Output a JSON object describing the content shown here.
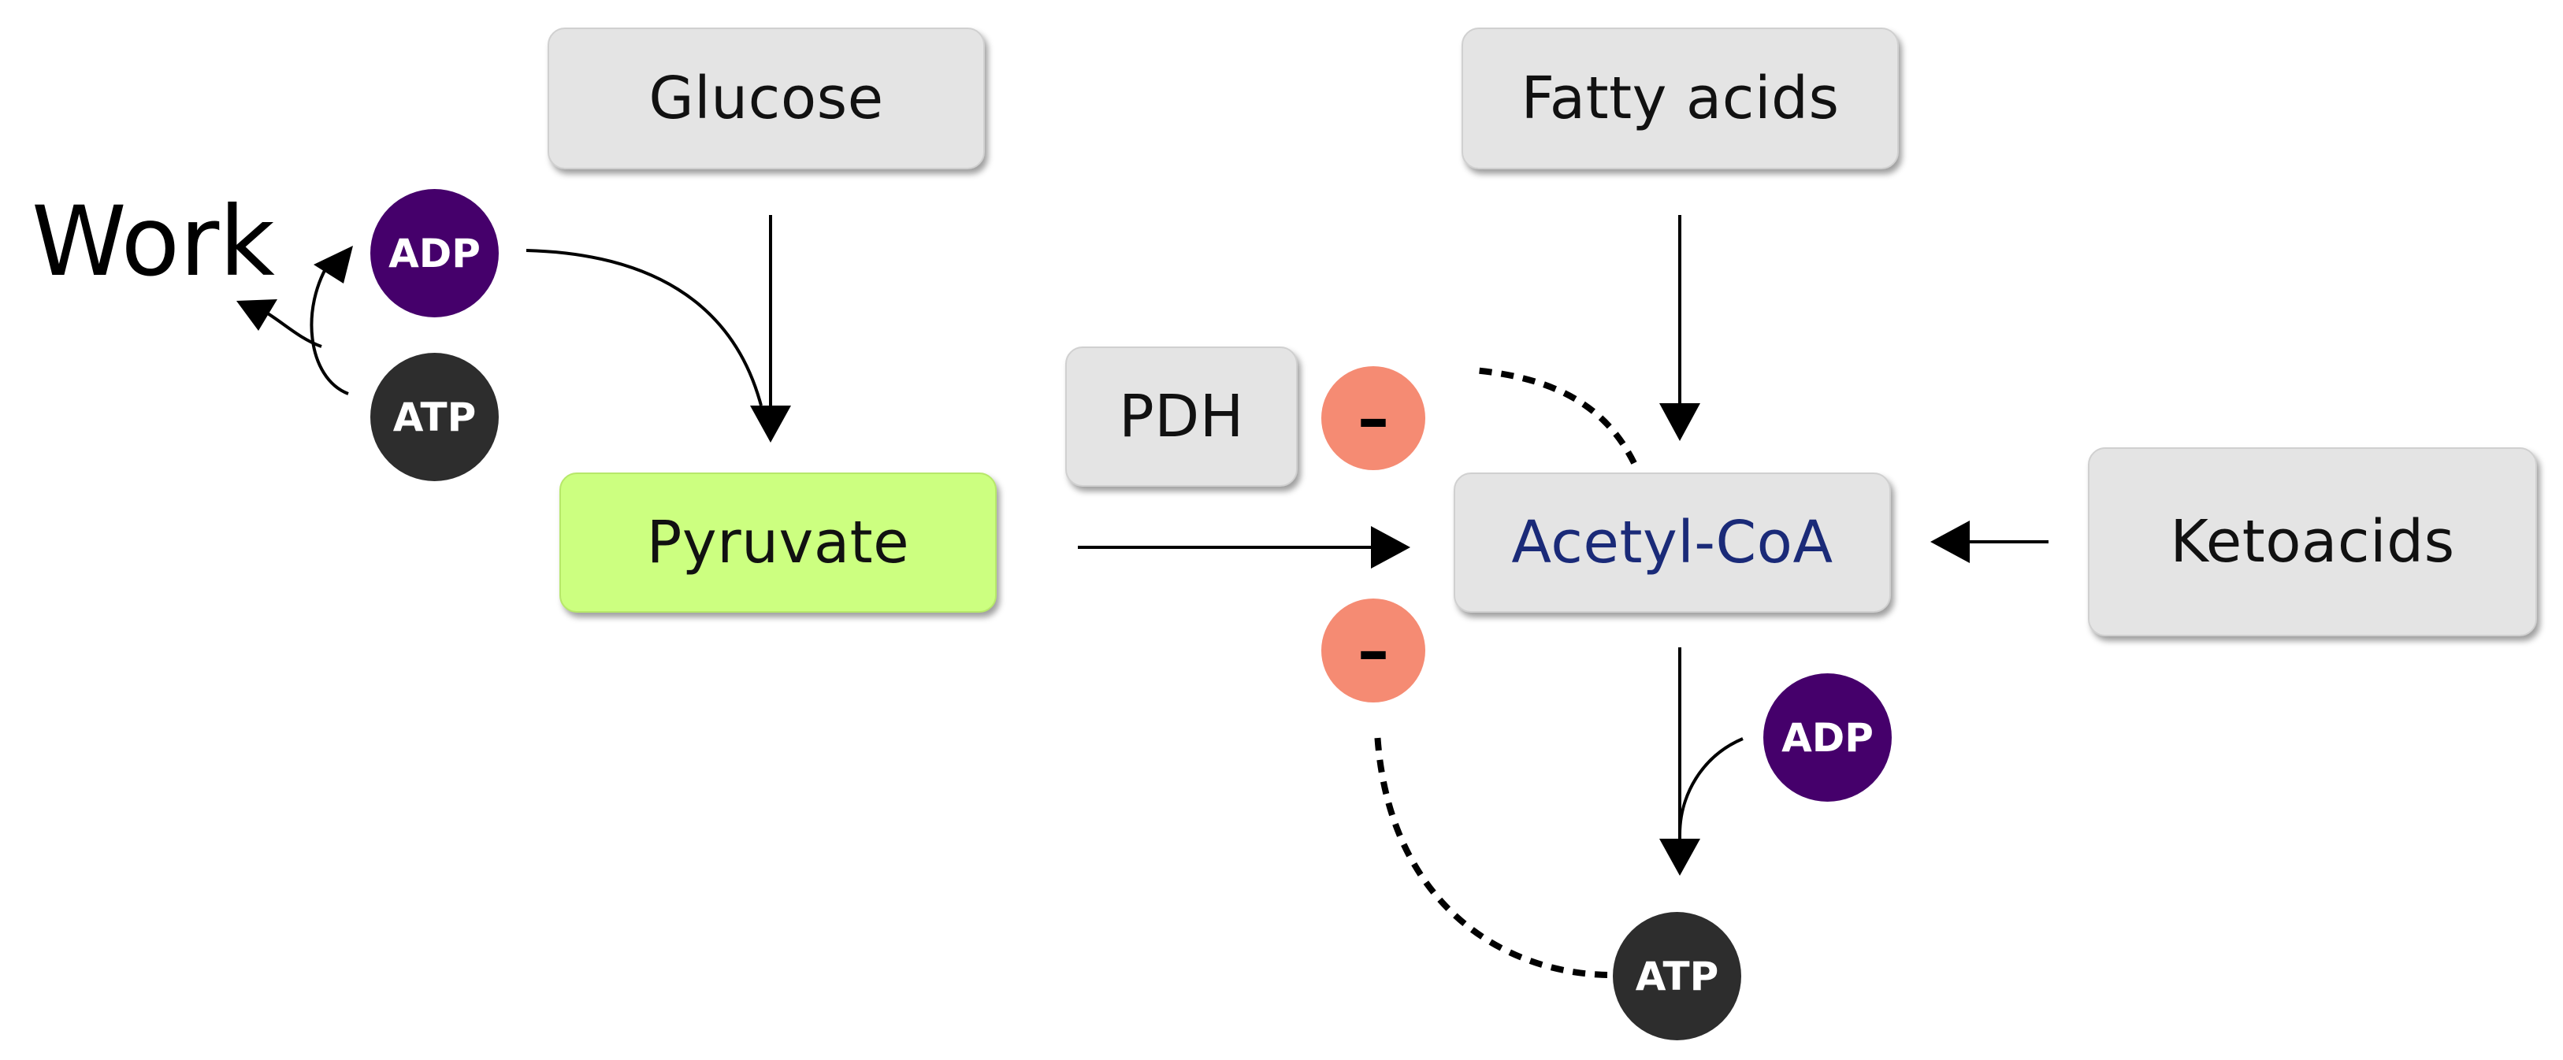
{
  "nodes": {
    "glucose": "Glucose",
    "fatty_acids": "Fatty acids",
    "pyruvate": "Pyruvate",
    "acetyl_coa": "Acetyl-CoA",
    "ketoacids": "Ketoacids",
    "pdh": "PDH"
  },
  "energy": {
    "adp": "ADP",
    "atp": "ATP",
    "work": "Work"
  },
  "inhibition": {
    "symbol": "–"
  },
  "colors": {
    "box_fill": "#e4e4e4",
    "pyruvate_fill": "#ccff80",
    "acetyl_text": "#1a2a78",
    "adp_fill": "#45006b",
    "atp_fill": "#2d2d2d",
    "inhibitor_fill": "#f58b73"
  }
}
